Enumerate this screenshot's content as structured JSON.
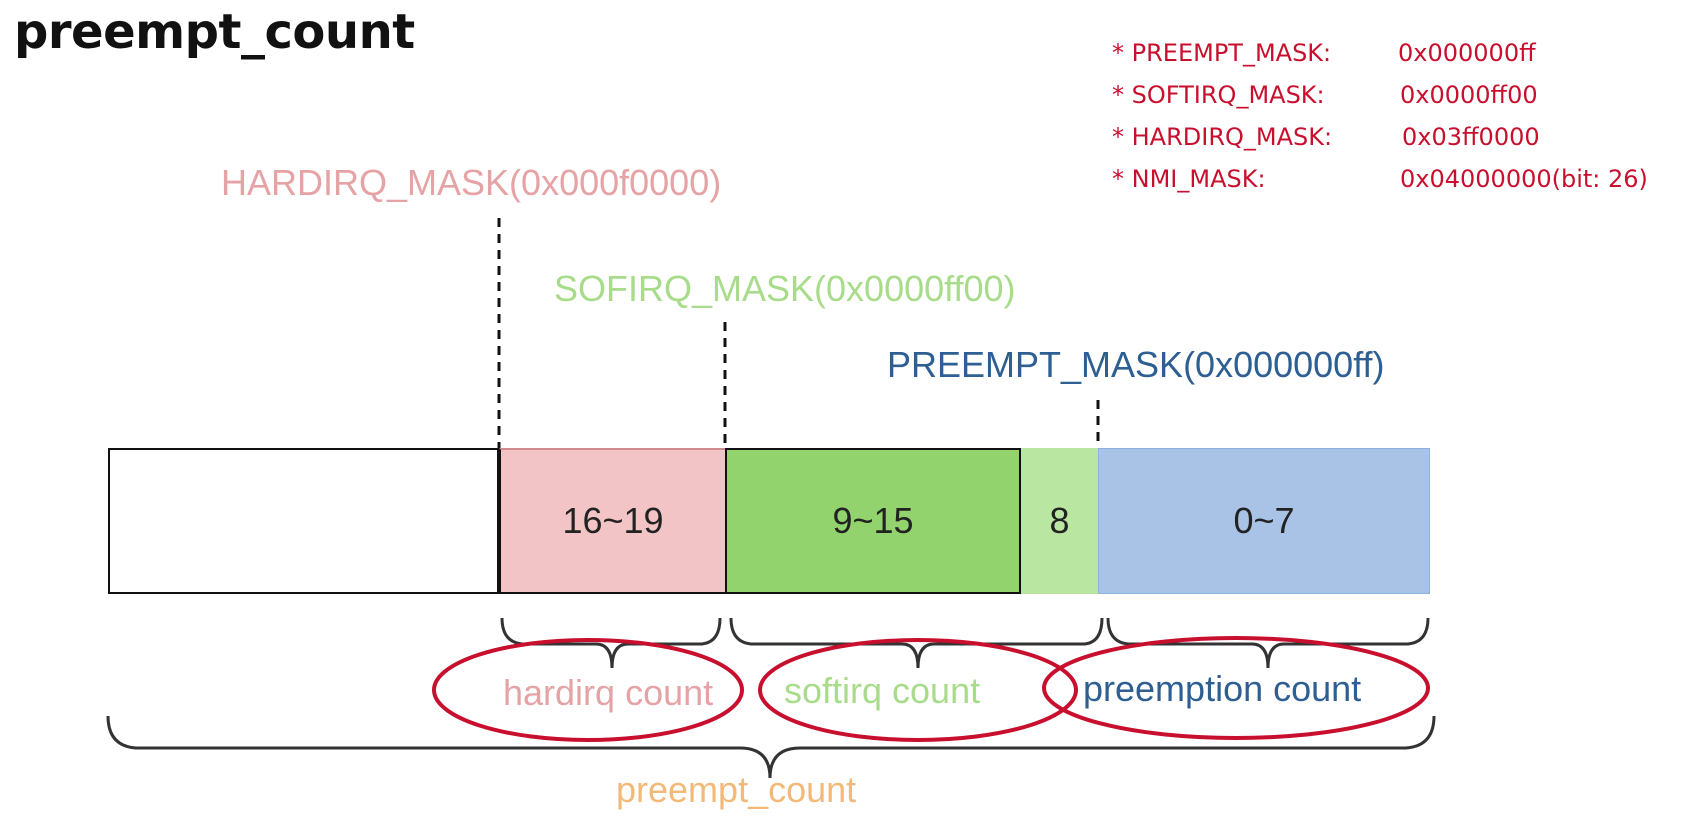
{
  "title": "preempt_count",
  "notes": [
    {
      "key": "* PREEMPT_MASK:",
      "value": "0x000000ff"
    },
    {
      "key": "* SOFTIRQ_MASK:",
      "value": "0x0000ff00"
    },
    {
      "key": "* HARDIRQ_MASK:",
      "value": "0x03ff0000"
    },
    {
      "key": "* NMI_MASK:",
      "value": "0x04000000(bit: 26)"
    }
  ],
  "masks": {
    "hardirq": "HARDIRQ_MASK(0x000f0000)",
    "softirq": "SOFIRQ_MASK(0x0000ff00)",
    "preempt": "PREEMPT_MASK(0x000000ff)"
  },
  "segments": {
    "hardirq_bits": "16~19",
    "softirq_bits": "9~15",
    "softirq_bit8": "8",
    "preempt_bits": "0~7"
  },
  "counts": {
    "hardirq": "hardirq count",
    "softirq": "softirq count",
    "preemption": "preemption count",
    "total": "preempt_count"
  },
  "colors": {
    "hardirq_fill": "#f2c4c6",
    "hardirq_text": "#e6a3a6",
    "softirq_fill": "#92d36e",
    "softirq_light_fill": "#b9e6a1",
    "softirq_text": "#a8dc8a",
    "preempt_fill": "#a9c3e6",
    "preempt_text": "#2e5f93",
    "total_text": "#f2b978",
    "note_text": "#c8102e",
    "ellipse_stroke": "#c8102e"
  }
}
